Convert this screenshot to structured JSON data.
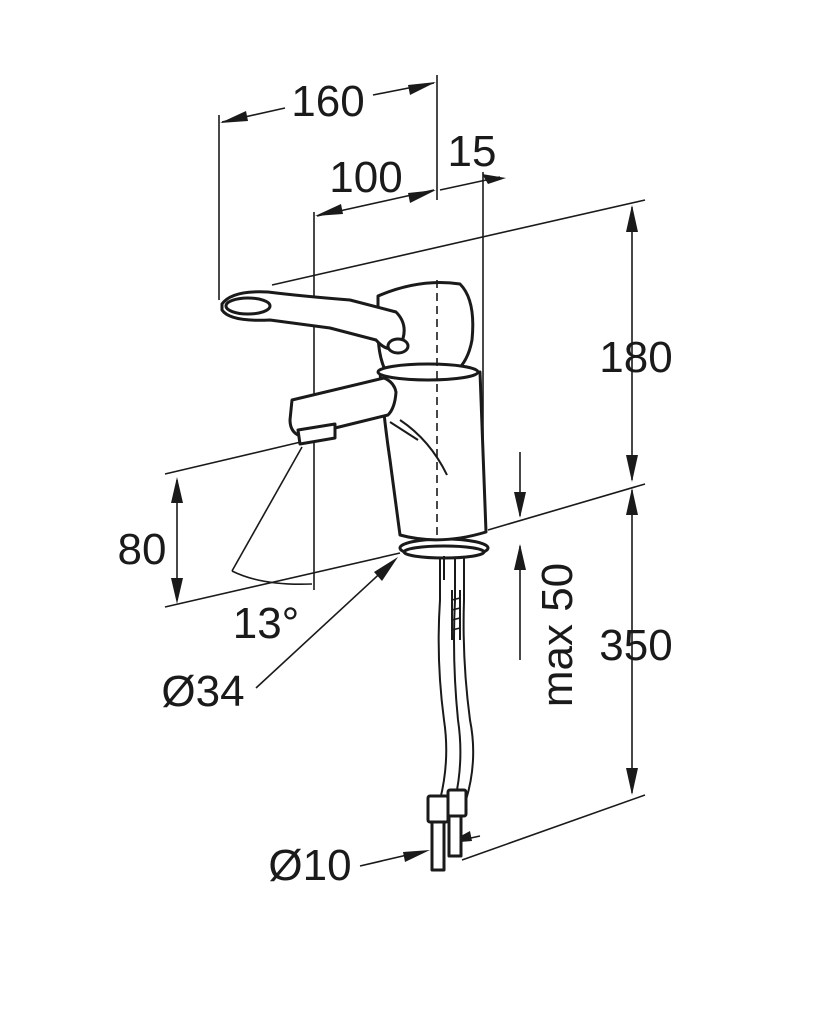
{
  "dimensions": {
    "overall_length": "160",
    "spout_reach": "100",
    "offset": "15",
    "height": "180",
    "outlet_height": "80",
    "spray_angle": "13°",
    "base_diameter": "Ø34",
    "max_thickness": "max 50",
    "hose_length": "350",
    "hose_diameter": "Ø10"
  },
  "colors": {
    "line": "#1a1a1a",
    "background": "#ffffff"
  }
}
